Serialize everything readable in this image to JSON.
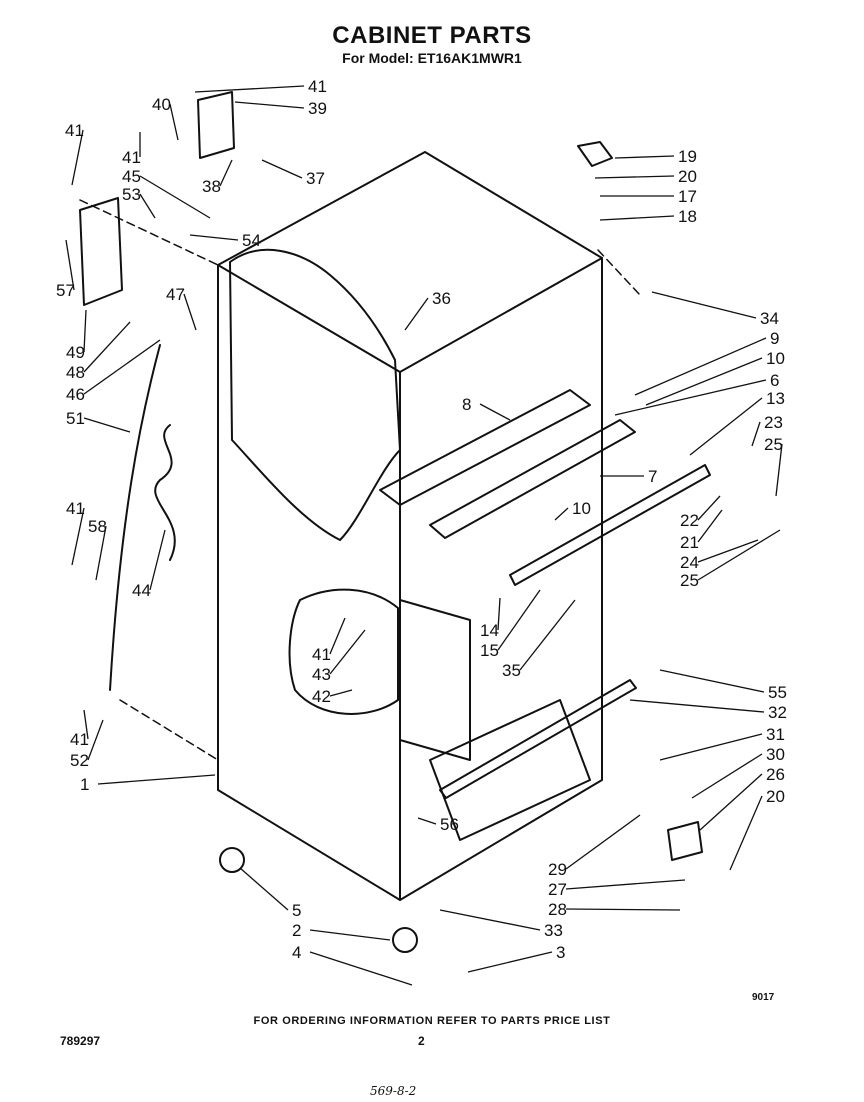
{
  "header": {
    "title": "CABINET PARTS",
    "subtitle": "For Model: ET16AK1MWR1"
  },
  "callouts": [
    {
      "id": "c41a",
      "text": "41"
    },
    {
      "id": "c39",
      "text": "39"
    },
    {
      "id": "c40",
      "text": "40"
    },
    {
      "id": "c41b",
      "text": "41"
    },
    {
      "id": "c41c",
      "text": "41"
    },
    {
      "id": "c45",
      "text": "45"
    },
    {
      "id": "c38",
      "text": "38"
    },
    {
      "id": "c37",
      "text": "37"
    },
    {
      "id": "c53",
      "text": "53"
    },
    {
      "id": "c54",
      "text": "54"
    },
    {
      "id": "c57",
      "text": "57"
    },
    {
      "id": "c47",
      "text": "47"
    },
    {
      "id": "c49",
      "text": "49"
    },
    {
      "id": "c48",
      "text": "48"
    },
    {
      "id": "c46",
      "text": "46"
    },
    {
      "id": "c51",
      "text": "51"
    },
    {
      "id": "c36",
      "text": "36"
    },
    {
      "id": "c19",
      "text": "19"
    },
    {
      "id": "c20a",
      "text": "20"
    },
    {
      "id": "c17",
      "text": "17"
    },
    {
      "id": "c18",
      "text": "18"
    },
    {
      "id": "c34",
      "text": "34"
    },
    {
      "id": "c9",
      "text": "9"
    },
    {
      "id": "c10a",
      "text": "10"
    },
    {
      "id": "c6",
      "text": "6"
    },
    {
      "id": "c13",
      "text": "13"
    },
    {
      "id": "c23",
      "text": "23"
    },
    {
      "id": "c25a",
      "text": "25"
    },
    {
      "id": "c8",
      "text": "8"
    },
    {
      "id": "c7",
      "text": "7"
    },
    {
      "id": "c10b",
      "text": "10"
    },
    {
      "id": "c22",
      "text": "22"
    },
    {
      "id": "c21",
      "text": "21"
    },
    {
      "id": "c24",
      "text": "24"
    },
    {
      "id": "c25b",
      "text": "25"
    },
    {
      "id": "c41d",
      "text": "41"
    },
    {
      "id": "c58",
      "text": "58"
    },
    {
      "id": "c44",
      "text": "44"
    },
    {
      "id": "c14",
      "text": "14"
    },
    {
      "id": "c15",
      "text": "15"
    },
    {
      "id": "c35",
      "text": "35"
    },
    {
      "id": "c41e",
      "text": "41"
    },
    {
      "id": "c43",
      "text": "43"
    },
    {
      "id": "c42",
      "text": "42"
    },
    {
      "id": "c55",
      "text": "55"
    },
    {
      "id": "c32",
      "text": "32"
    },
    {
      "id": "c31",
      "text": "31"
    },
    {
      "id": "c30",
      "text": "30"
    },
    {
      "id": "c26",
      "text": "26"
    },
    {
      "id": "c20b",
      "text": "20"
    },
    {
      "id": "c41f",
      "text": "41"
    },
    {
      "id": "c52",
      "text": "52"
    },
    {
      "id": "c1",
      "text": "1"
    },
    {
      "id": "c56",
      "text": "56"
    },
    {
      "id": "c29",
      "text": "29"
    },
    {
      "id": "c27",
      "text": "27"
    },
    {
      "id": "c28",
      "text": "28"
    },
    {
      "id": "c5",
      "text": "5"
    },
    {
      "id": "c2",
      "text": "2"
    },
    {
      "id": "c4",
      "text": "4"
    },
    {
      "id": "c33",
      "text": "33"
    },
    {
      "id": "c3",
      "text": "3"
    }
  ],
  "footer": {
    "figure_code": "9017",
    "ordering_note": "FOR ORDERING INFORMATION REFER TO PARTS PRICE LIST",
    "doc_number": "789297",
    "page_number": "2",
    "handwritten_note": "569-8-2"
  }
}
